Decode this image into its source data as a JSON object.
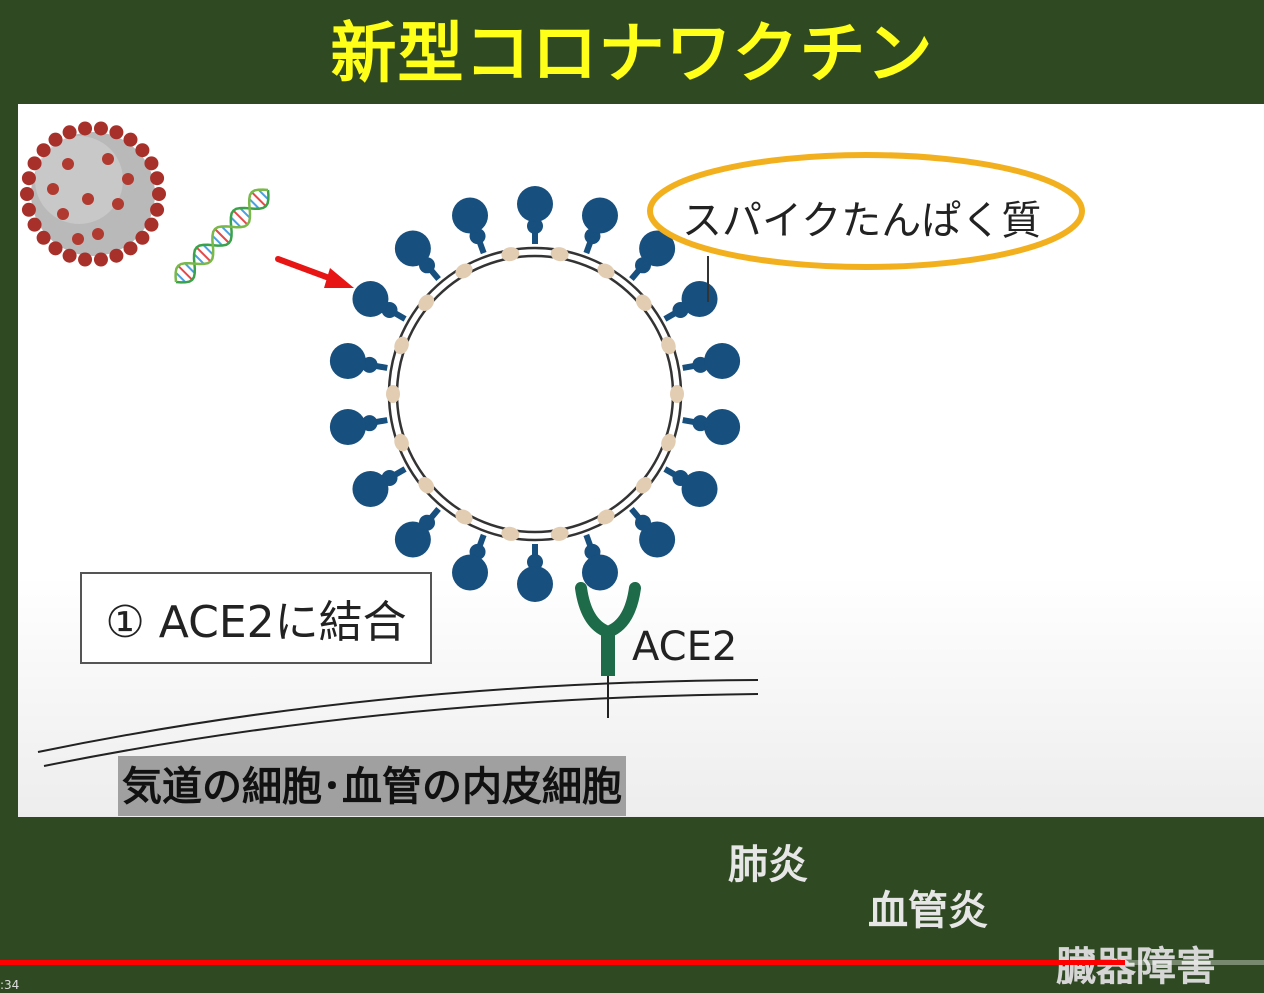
{
  "slide": {
    "title": "新型コロナワクチン",
    "step_label": "① ACE2に結合",
    "receptor_label": "ACE2",
    "spike_label": "スパイクたんぱく質",
    "cell_label": "気道の細胞･血管の内皮細胞"
  },
  "background_words": [
    "肺炎",
    "血管炎",
    "臓器障害"
  ],
  "player": {
    "progress": 0.89,
    "time": ":34"
  },
  "colors": {
    "board_green": "#2f4a22",
    "title_yellow": "#ffff1a",
    "spike_blue": "#174f7e",
    "receptor_green": "#1d6b48",
    "highlight_orange": "#f2b01e",
    "arrow_red": "#e81515",
    "progress_red": "#ff0000"
  },
  "icons": [
    "coronavirus-image",
    "rna-strand-icon",
    "red-arrow-icon",
    "virus-particle-diagram",
    "ace2-receptor-icon"
  ]
}
